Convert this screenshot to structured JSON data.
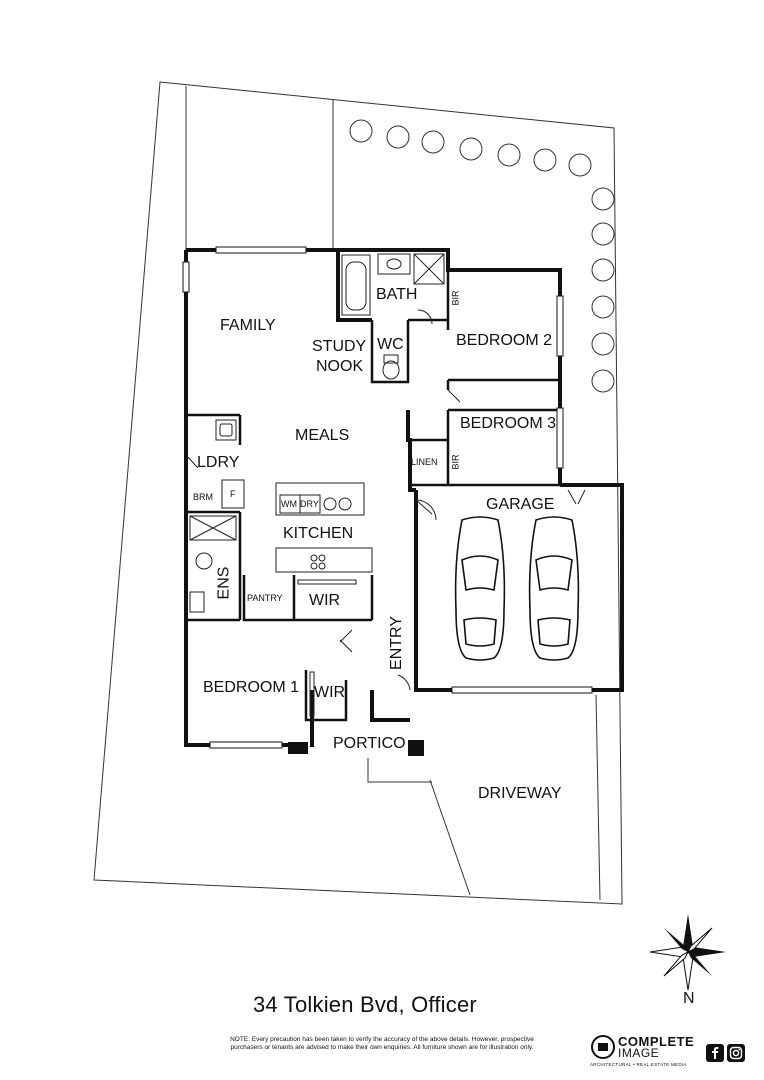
{
  "rooms": {
    "family": "FAMILY",
    "study_nook_1": "STUDY",
    "study_nook_2": "NOOK",
    "bath": "BATH",
    "wc": "WC",
    "bir_1": "BIR",
    "bedroom_2": "BEDROOM 2",
    "meals": "MEALS",
    "bedroom_3": "BEDROOM 3",
    "linen": "LINEN",
    "bir_2": "BIR",
    "ldry": "LDRY",
    "brm": "BRM",
    "f": "F",
    "wm": "WM",
    "dry": "DRY",
    "garage": "GARAGE",
    "kitchen": "KITCHEN",
    "ens": "ENS",
    "pantry": "PANTRY",
    "wir_1": "WIR",
    "entry": "ENTRY",
    "bedroom_1": "BEDROOM 1",
    "wir_2": "WIR",
    "portico": "PORTICO",
    "driveway": "DRIVEWAY"
  },
  "address": "34 Tolkien Bvd, Officer",
  "note": "NOTE: Every precaution has been taken to verify the accuracy of the above details. However, prospective purchasers or tenants are advised to make their own enquiries. All furniture shown are for illustration only.",
  "north_label": "N",
  "brand": {
    "name_1": "COMPLETE",
    "name_2": "IMAGE",
    "tagline": "ARCHITECTURAL • REAL ESTATE MEDIA"
  },
  "colors": {
    "walls": "#111111",
    "lines": "#222222",
    "background": "#ffffff"
  },
  "icons": [
    "compass-rose-icon",
    "facebook-icon",
    "instagram-icon",
    "complete-image-logo-icon",
    "tree-icon",
    "car-icon"
  ]
}
